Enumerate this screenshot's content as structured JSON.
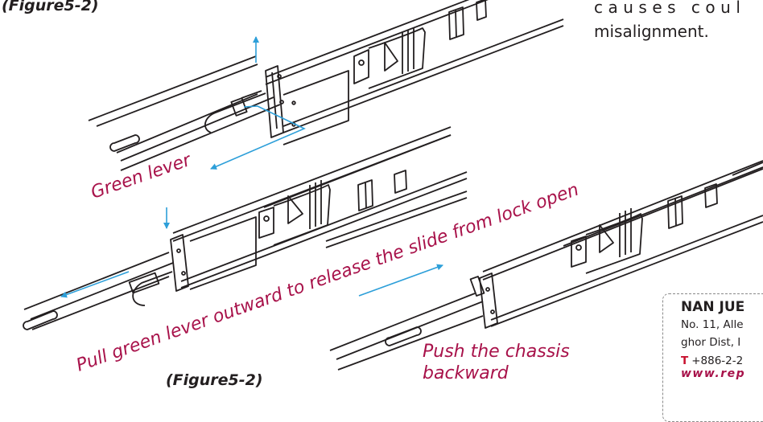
{
  "figure_label_top": "(Figure5-2)",
  "figure_label_bottom": "(Figure5-2)",
  "body_text": {
    "line1": "causes coul",
    "line2": "misalignment."
  },
  "annotations": {
    "green_lever": "Green lever",
    "pull_instruction": "Pull green lever outward to release the slide from lock open",
    "push_line1": "Push the chassis",
    "push_line2": "backward"
  },
  "contact": {
    "company": "NAN JUE",
    "address_line1": "No. 11, Alle",
    "address_line2": "ghor Dist, I",
    "tel_prefix": "T",
    "tel": "+886-2-2",
    "website": "www.rep"
  },
  "colors": {
    "annotation": "#a8124a",
    "arrow": "#2d9fd9",
    "line": "#231f20",
    "tel_prefix": "#c8102e"
  }
}
